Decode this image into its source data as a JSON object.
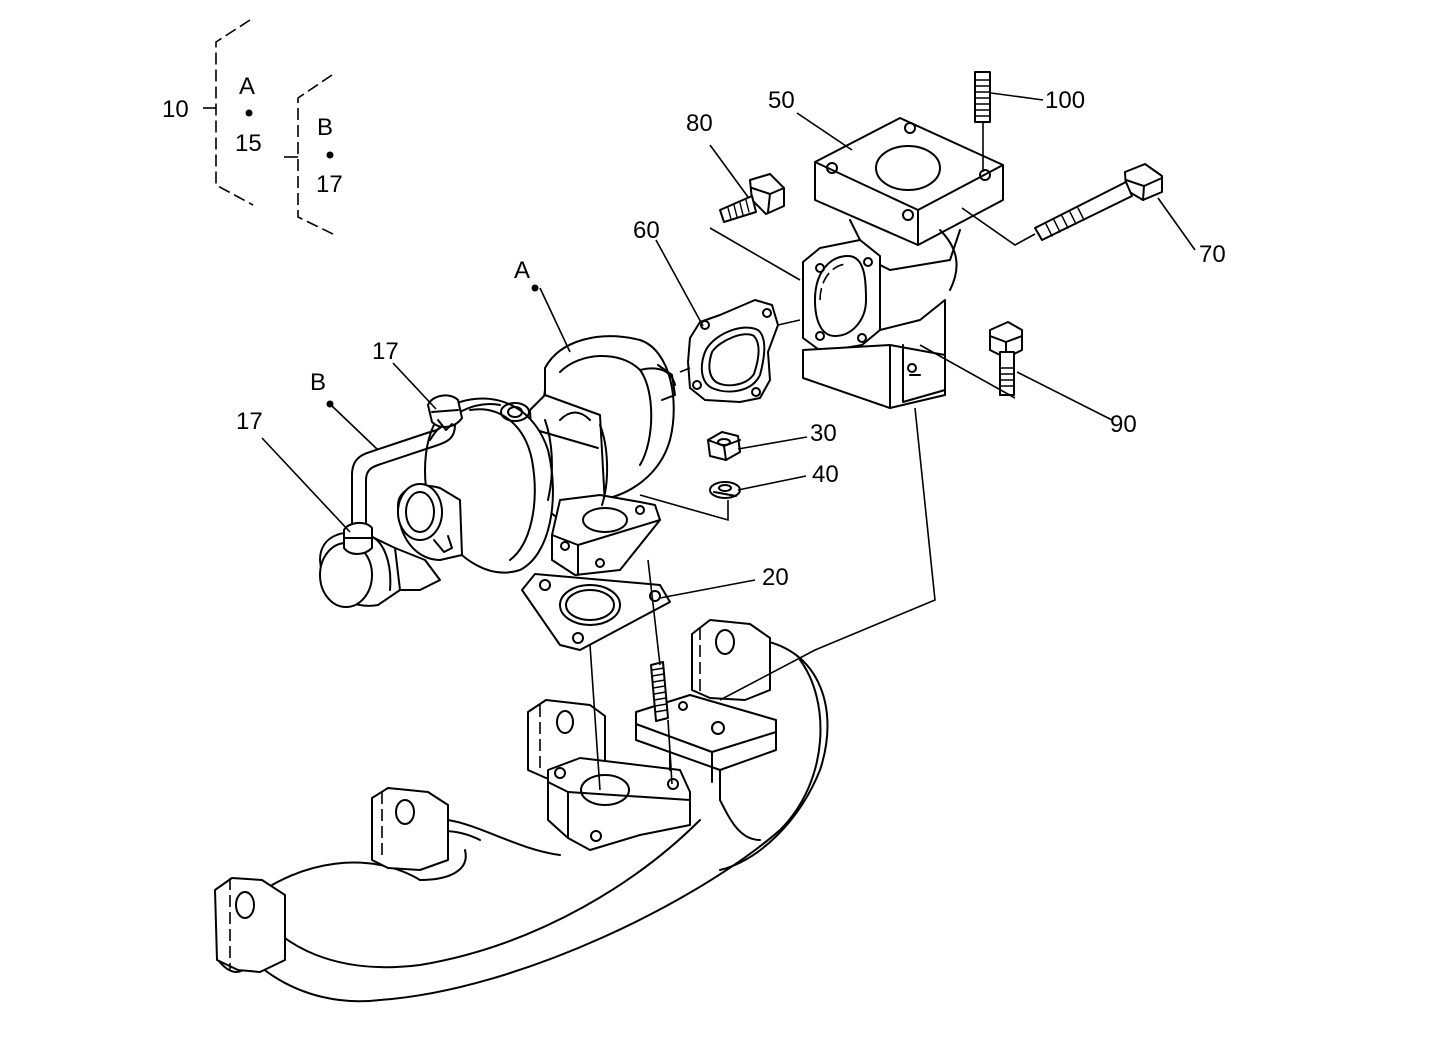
{
  "legend": {
    "group_number": "10",
    "row_a": {
      "variant": "A",
      "part": "15"
    },
    "row_b": {
      "variant": "B",
      "part": "17"
    }
  },
  "callouts": {
    "turbo_variant": "A",
    "pipe_variant": "B",
    "clamp_upper": "17",
    "clamp_lower": "17",
    "gasket_lower": "20",
    "nut": "30",
    "washer": "40",
    "elbow": "50",
    "gasket_upper": "60",
    "bolt_long": "70",
    "bolt_short": "80",
    "bolt_bracket": "90",
    "stud": "100"
  }
}
